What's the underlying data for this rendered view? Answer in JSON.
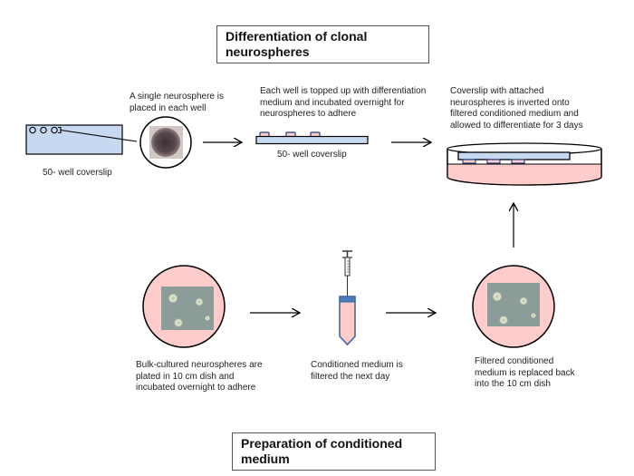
{
  "titles": {
    "top": "Differentiation of clonal neurospheres",
    "bottom": "Preparation of conditioned medium"
  },
  "top_row": {
    "coverslip_label": "50- well coverslip",
    "step1_caption": [
      "A single neurosphere is",
      "placed in each well"
    ],
    "step2_caption": [
      "Each well is topped up with differentiation",
      "medium and incubated overnight for",
      "neurospheres to adhere"
    ],
    "step2_coverslip_label": "50- well coverslip",
    "step3_caption": [
      "Coverslip with attached",
      "neurospheres is inverted onto",
      "filtered conditioned medium and",
      "allowed to differentiate for 3 days"
    ]
  },
  "bottom_row": {
    "step1_caption": [
      "Bulk-cultured neurospheres are",
      "plated in 10 cm dish and",
      "incubated overnight to adhere"
    ],
    "step2_caption": [
      "Conditioned medium is",
      "filtered the next day"
    ],
    "step3_caption": [
      "Filtered conditioned",
      "medium is replaced back",
      "into the 10 cm dish"
    ]
  },
  "colors": {
    "coverslip_fill": "#c6d9f1",
    "medium_pink": "#ffcccc",
    "tube_cap": "#4a7ebb",
    "outline": "#000000"
  }
}
